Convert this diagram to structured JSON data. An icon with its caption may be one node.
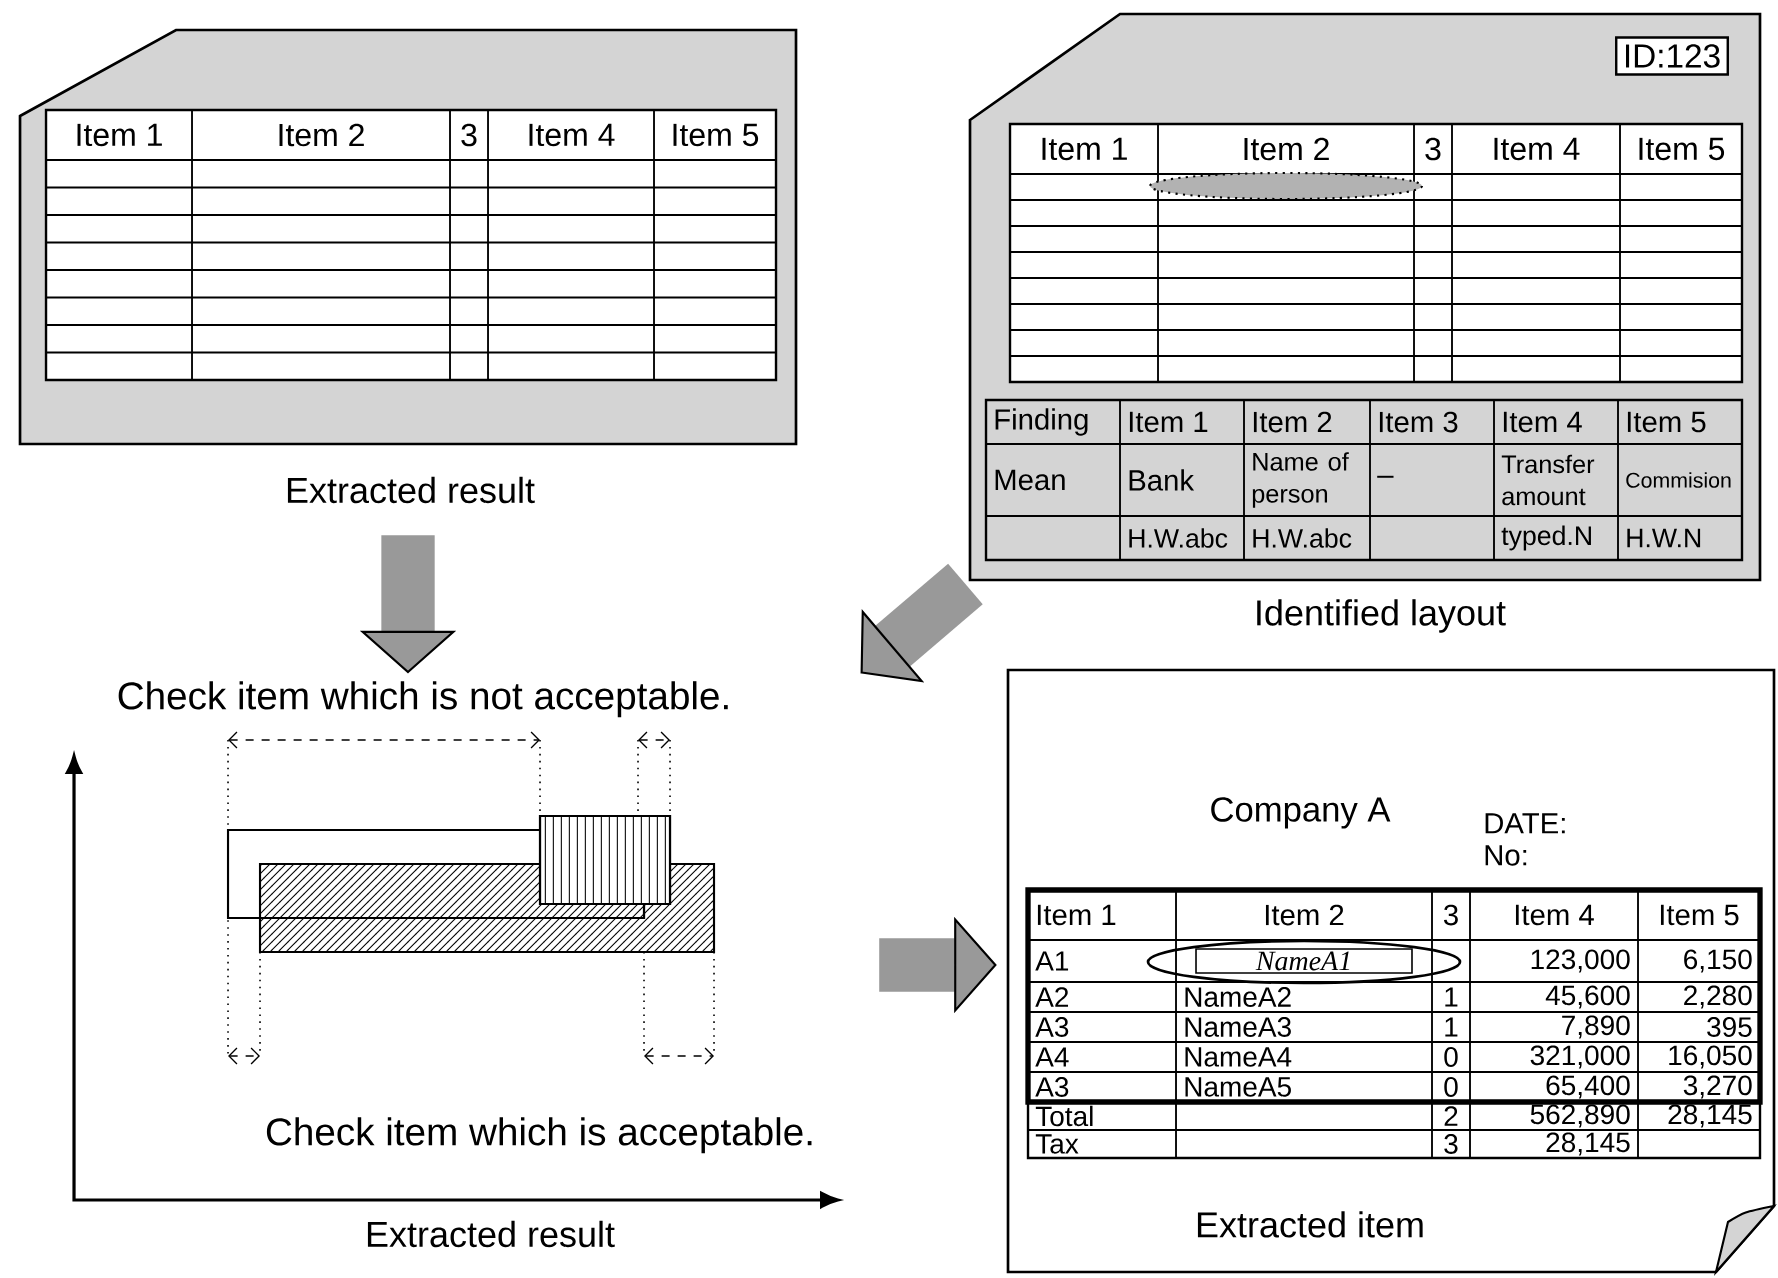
{
  "diagram": {
    "nodes": [
      {
        "text": [],
        "shape": "box",
        "beside": [
          "Extracted result"
        ]
      },
      {
        "text": [],
        "shape": "box",
        "beside": [
          "Identified layout"
        ]
      },
      {
        "text": [
          "Check item which is not acceptable.",
          "Check item which is acceptable."
        ]
      },
      {
        "text": [
          "Company A",
          "DATE: No:",
          "Extracted item"
        ]
      }
    ],
    "edges": [
      {
        "from": 0,
        "to": 2,
        "arrow": "to"
      },
      {
        "from": 1,
        "to": 2,
        "arrow": "to"
      },
      {
        "from": 2,
        "to": 3,
        "arrow": "to"
      }
    ],
    "labels": [
      "Item 1",
      "Item 2",
      "3",
      "Item 4",
      "Item 5",
      "ID:123",
      "Item 1",
      "Item 2",
      "3",
      "Item 4",
      "Item 5",
      "Finding",
      "Item 1",
      "Item 2",
      "Item 3",
      "Item 4",
      "Item 5",
      "Mean",
      "Bank",
      "Name of person",
      "–",
      "Transfer amount",
      "Commision",
      "H.W.abc",
      "H.W.abc",
      "typed.N",
      "H.W.N",
      "Extracted result",
      "Item 1",
      "Item 2",
      "3",
      "Item 4",
      "Item 5",
      "A1",
      "NameA1",
      "123,000",
      "6,150",
      "A2",
      "NameA2",
      "1",
      "45,600",
      "2,280",
      "A3",
      "NameA3",
      "1",
      "7,890",
      "395",
      "A4",
      "NameA4",
      "0",
      "321,000",
      "16,050",
      "A3",
      "NameA5",
      "0",
      "65,400",
      "3,270",
      "Total",
      "2",
      "562,890",
      "28,145",
      "Tax",
      "3",
      "28,145"
    ]
  }
}
